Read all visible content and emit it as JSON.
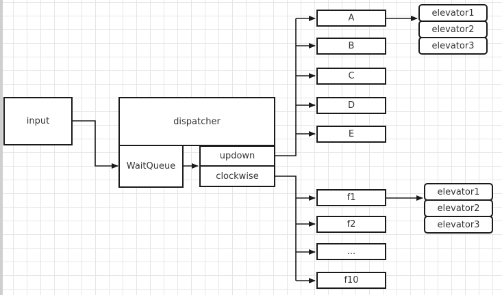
{
  "nodes": {
    "input": "input",
    "dispatcher": "dispatcher",
    "waitqueue": "WaitQueue",
    "updown": "updown",
    "clockwise": "clockwise",
    "floors_upper": [
      "A",
      "B",
      "C",
      "D",
      "E"
    ],
    "floors_lower": [
      "f1",
      "f2",
      "...",
      "f10"
    ]
  },
  "elevator_group_a": [
    "elevator1",
    "elevator2",
    "elevator3"
  ],
  "elevator_group_f1": [
    "elevator1",
    "elevator2",
    "elevator3"
  ]
}
